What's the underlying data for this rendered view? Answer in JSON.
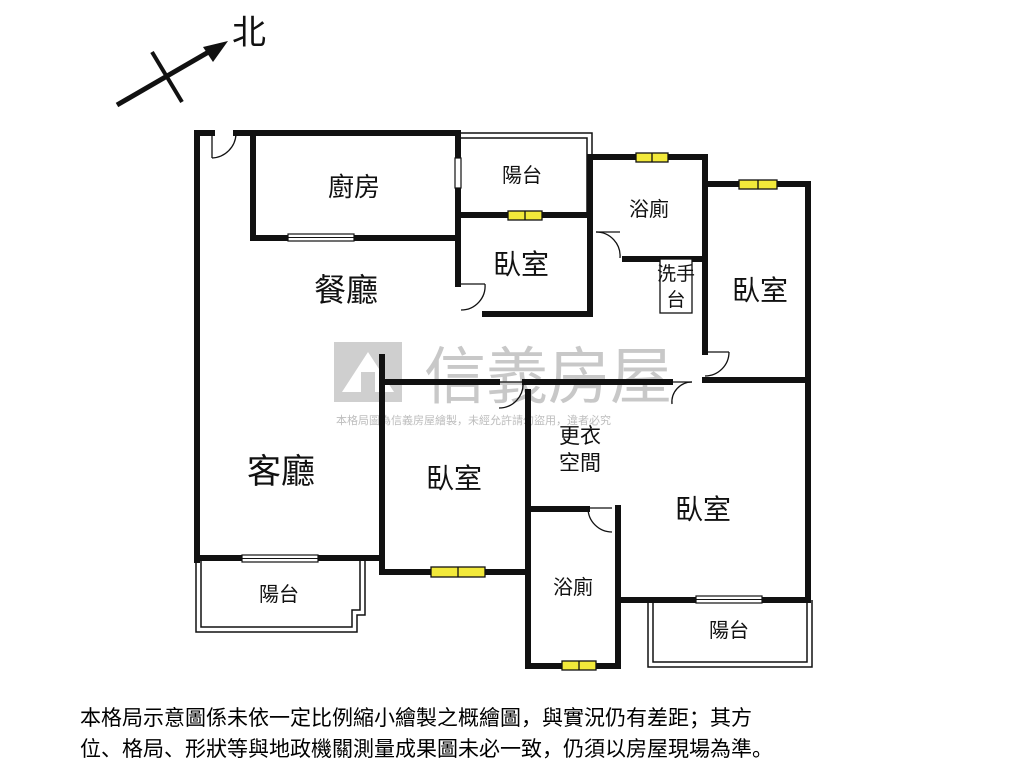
{
  "compass": {
    "north_label": "北"
  },
  "rooms": {
    "kitchen": "廚房",
    "balcony_top": "陽台",
    "bath_top": "浴廁",
    "dining": "餐廳",
    "bedroom_small": "臥室",
    "washbasin_line1": "洗手",
    "washbasin_line2": "台",
    "bedroom_right": "臥室",
    "living": "客廳",
    "bedroom_middle": "臥室",
    "closet_line1": "更衣",
    "closet_line2": "空間",
    "bedroom_master": "臥室",
    "bath_bottom": "浴廁",
    "balcony_left": "陽台",
    "balcony_right": "陽台"
  },
  "watermark": {
    "brand": "信義房屋",
    "notice": "本格局圖為信義房屋繪製，未經允許請勿盜用，違者必究"
  },
  "disclaimer": {
    "line1": "本格局示意圖係未依一定比例縮小繪製之概繪圖，與實況仍有差距；其方",
    "line2": "位、格局、形狀等與地政機關測量成果圖未必一致，仍須以房屋現場為準。"
  },
  "colors": {
    "wall": "#111111",
    "window_fill": "#f2e93a",
    "watermark": "#c8c8c8"
  }
}
